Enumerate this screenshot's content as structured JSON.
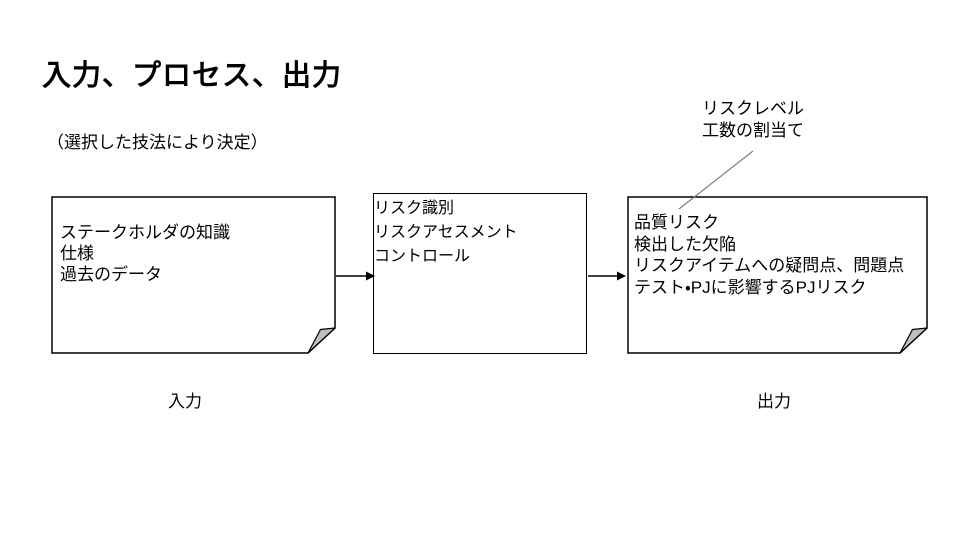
{
  "slide": {
    "title": "入力、プロセス、出力",
    "subtitle": "（選択した技法により決定）",
    "annotation": {
      "line1": "リスクレベル",
      "line2": "工数の割当て"
    },
    "input_box": {
      "line1": "ステークホルダの知識",
      "line2": "仕様",
      "line3": "過去のデータ",
      "caption": "入力"
    },
    "process_box": {
      "line1": "リスク識別",
      "line2": "リスクアセスメント",
      "line3": "コントロール"
    },
    "output_box": {
      "line1": "品質リスク",
      "line2": "検出した欠陥",
      "line3": "リスクアイテムへの疑問点、問題点",
      "line4": "テスト・PJに影響するPJリスク",
      "caption": "出力"
    },
    "colors": {
      "background": "#ffffff",
      "text": "#000000",
      "shape_border": "#000000",
      "fold_fill": "#bfbfbf",
      "leader_line": "#7f7f7f"
    }
  }
}
